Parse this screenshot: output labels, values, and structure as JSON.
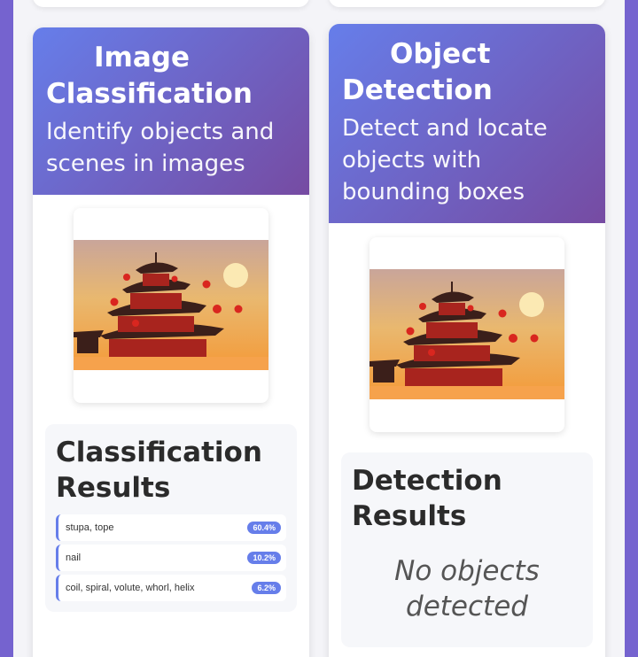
{
  "classification": {
    "title": "Image Classification",
    "subtitle": "Identify objects and scenes in images",
    "results_title": "Classification Results",
    "results": [
      {
        "label": "stupa, tope",
        "score": "60.4%"
      },
      {
        "label": "nail",
        "score": "10.2%"
      },
      {
        "label": "coil, spiral, volute, whorl, helix",
        "score": "6.2%"
      }
    ]
  },
  "detection": {
    "title": "Object Detection",
    "subtitle": "Detect and locate objects with bounding boxes",
    "results_title": "Detection Results",
    "empty_text": "No objects detected"
  },
  "colors": {
    "header_gradient_start": "#667eea",
    "header_gradient_end": "#764ba2",
    "accent": "#667eea"
  }
}
